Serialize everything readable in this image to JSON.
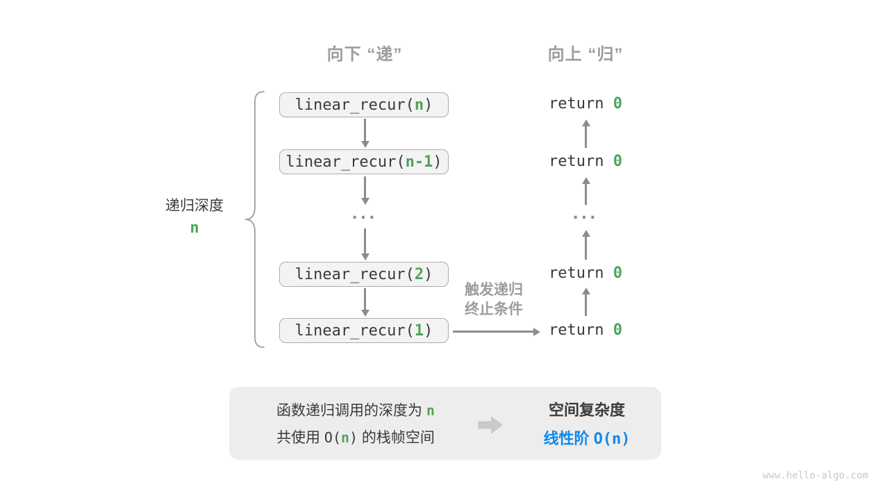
{
  "headers": {
    "descend": "向下 “递”",
    "ascend": "向上 “归”"
  },
  "depth_brace": {
    "label": "递归深度",
    "value": "n"
  },
  "calls": {
    "items": [
      {
        "pre": "linear_recur(",
        "arg": "n",
        "post": ")"
      },
      {
        "pre": "linear_recur(",
        "arg": "n-1",
        "post": ")"
      },
      {
        "pre": "linear_recur(",
        "arg": "2",
        "post": ")"
      },
      {
        "pre": "linear_recur(",
        "arg": "1",
        "post": ")"
      }
    ],
    "ellipsis": "..."
  },
  "returns": {
    "items": [
      {
        "keyword": "return ",
        "value": "0"
      },
      {
        "keyword": "return ",
        "value": "0"
      },
      {
        "keyword": "return ",
        "value": "0"
      },
      {
        "keyword": "return ",
        "value": "0"
      }
    ],
    "ellipsis": "..."
  },
  "base_case_label": {
    "line1": "触发递归",
    "line2": "终止条件"
  },
  "summary": {
    "line1_text": "函数递归调用的深度为 ",
    "line1_var": "n",
    "line2_pre": "共使用 ",
    "line2_formula_open": "O(",
    "line2_var": "n",
    "line2_formula_close": ")",
    "line2_post": " 的栈帧空间",
    "result_title": "空间复杂度",
    "result_pre": "线性阶 ",
    "result_formula": "O(n)"
  },
  "watermark": "www.hello-algo.com",
  "colors": {
    "green": "#4FA35A",
    "blue": "#1289E8",
    "gray_label": "#9C9C9C",
    "dark_text": "#3A3A3A",
    "arrow": "#8C8C8C",
    "box_fill": "#F3F3F3",
    "box_border": "#ACACAC",
    "summary_fill": "#EDEDED"
  }
}
